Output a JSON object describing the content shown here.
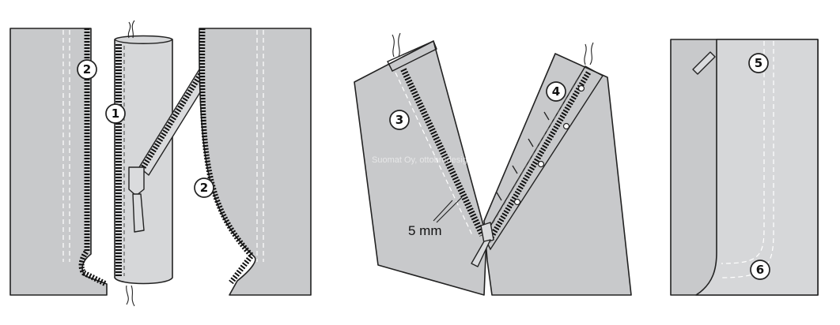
{
  "panels": {
    "left": {
      "callouts": [
        "2",
        "1",
        "2"
      ]
    },
    "middle": {
      "callouts": [
        "3",
        "4"
      ],
      "measurement": "5 mm",
      "watermark": "Suomat Oy, ottobredesign"
    },
    "right": {
      "callouts": [
        "5",
        "6"
      ]
    }
  },
  "colors": {
    "fabric": "#c8c9cb",
    "outline": "#222222",
    "background": "#ffffff"
  }
}
